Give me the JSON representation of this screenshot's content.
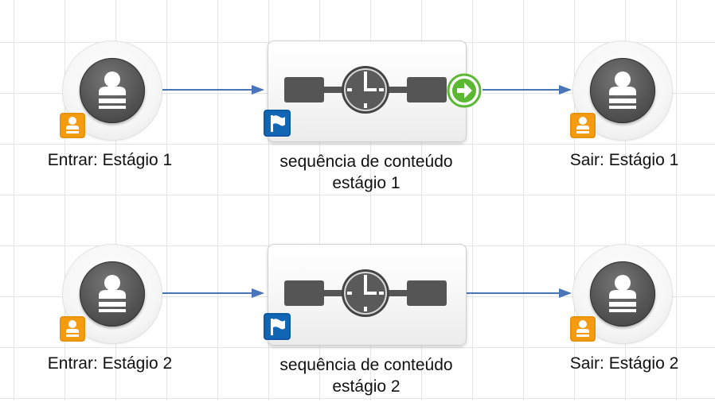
{
  "canvas": {
    "grid": true
  },
  "flows": [
    {
      "entry_label": "Entrar: Estágio 1",
      "step_label_line1": "sequência de conteúdo",
      "step_label_line2": "estágio 1",
      "exit_label": "Sair: Estágio 1",
      "has_go_indicator": true
    },
    {
      "entry_label": "Entrar: Estágio 2",
      "step_label_line1": "sequência de conteúdo",
      "step_label_line2": "estágio 2",
      "exit_label": "Sair: Estágio 2",
      "has_go_indicator": false
    }
  ],
  "icons": {
    "entry_node": "person-icon",
    "entry_badge": "contact-badge-icon",
    "step_node": "timer-icon",
    "step_badge": "flag-icon",
    "go_indicator": "arrow-right-circle-icon"
  },
  "colors": {
    "connector": "#4a74b8",
    "contact_badge": "#f39c12",
    "flag_badge": "#1166b6",
    "go_indicator": "#5ab833"
  }
}
